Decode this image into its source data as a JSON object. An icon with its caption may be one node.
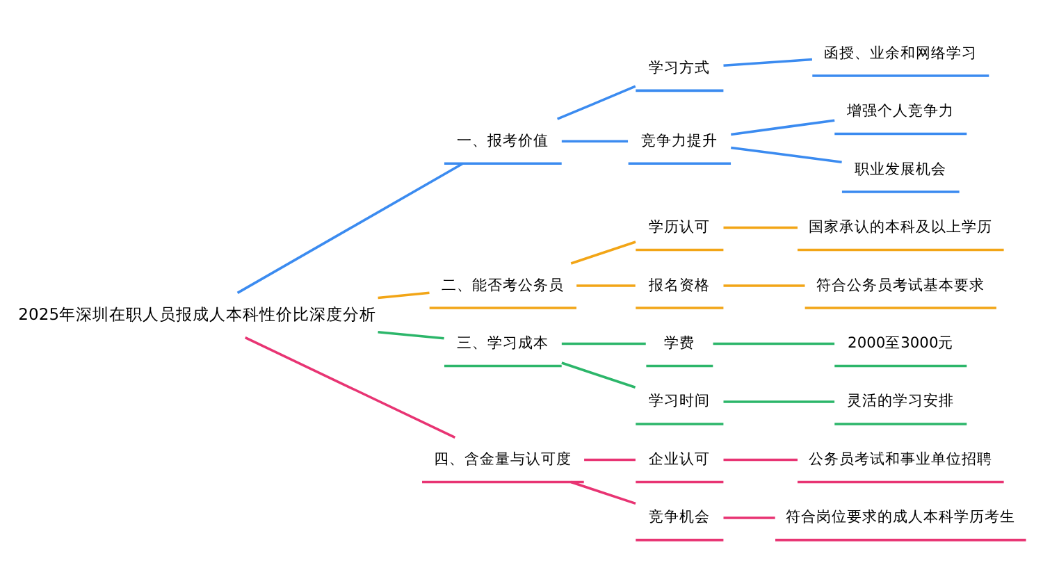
{
  "diagram": {
    "nodes": [
      {
        "text": [
          "2025年深圳在职人员报成人本科性价比深度分析"
        ]
      },
      {
        "text": [
          "一、报考价值"
        ]
      },
      {
        "text": [
          "学习方式"
        ]
      },
      {
        "text": [
          "函授、业余和网络学习"
        ]
      },
      {
        "text": [
          "竞争力提升"
        ]
      },
      {
        "text": [
          "增强个人竞争力"
        ]
      },
      {
        "text": [
          "职业发展机会"
        ]
      },
      {
        "text": [
          "二、能否考公务员"
        ]
      },
      {
        "text": [
          "学历认可"
        ]
      },
      {
        "text": [
          "国家承认的本科及以上学历"
        ]
      },
      {
        "text": [
          "报名资格"
        ]
      },
      {
        "text": [
          "符合公务员考试基本要求"
        ]
      },
      {
        "text": [
          "三、学习成本"
        ]
      },
      {
        "text": [
          "学费"
        ]
      },
      {
        "text": [
          "2000至3000元"
        ]
      },
      {
        "text": [
          "学习时间"
        ]
      },
      {
        "text": [
          "灵活的学习安排"
        ]
      },
      {
        "text": [
          "四、含金量与认可度"
        ]
      },
      {
        "text": [
          "企业认可"
        ]
      },
      {
        "text": [
          "公务员考试和事业单位招聘"
        ]
      },
      {
        "text": [
          "竞争机会"
        ]
      },
      {
        "text": [
          "符合岗位要求的成人本科学历考生"
        ]
      }
    ],
    "edges": [
      {
        "from": 0,
        "to": 1,
        "arrow": "none",
        "color": "#3b8bf0"
      },
      {
        "from": 1,
        "to": 2,
        "arrow": "none",
        "color": "#3b8bf0"
      },
      {
        "from": 2,
        "to": 3,
        "arrow": "none",
        "color": "#3b8bf0"
      },
      {
        "from": 1,
        "to": 4,
        "arrow": "none",
        "color": "#3b8bf0"
      },
      {
        "from": 4,
        "to": 5,
        "arrow": "none",
        "color": "#3b8bf0"
      },
      {
        "from": 4,
        "to": 6,
        "arrow": "none",
        "color": "#3b8bf0"
      },
      {
        "from": 0,
        "to": 7,
        "arrow": "none",
        "color": "#f2a516"
      },
      {
        "from": 7,
        "to": 8,
        "arrow": "none",
        "color": "#f2a516"
      },
      {
        "from": 8,
        "to": 9,
        "arrow": "none",
        "color": "#f2a516"
      },
      {
        "from": 7,
        "to": 10,
        "arrow": "none",
        "color": "#f2a516"
      },
      {
        "from": 10,
        "to": 11,
        "arrow": "none",
        "color": "#f2a516"
      },
      {
        "from": 0,
        "to": 12,
        "arrow": "none",
        "color": "#2cb66a"
      },
      {
        "from": 12,
        "to": 13,
        "arrow": "none",
        "color": "#2cb66a"
      },
      {
        "from": 13,
        "to": 14,
        "arrow": "none",
        "color": "#2cb66a"
      },
      {
        "from": 12,
        "to": 15,
        "arrow": "none",
        "color": "#2cb66a"
      },
      {
        "from": 15,
        "to": 16,
        "arrow": "none",
        "color": "#2cb66a"
      },
      {
        "from": 0,
        "to": 17,
        "arrow": "none",
        "color": "#e83473"
      },
      {
        "from": 17,
        "to": 18,
        "arrow": "none",
        "color": "#e83473"
      },
      {
        "from": 18,
        "to": 19,
        "arrow": "none",
        "color": "#e83473"
      },
      {
        "from": 17,
        "to": 20,
        "arrow": "none",
        "color": "#e83473"
      },
      {
        "from": 20,
        "to": 21,
        "arrow": "none",
        "color": "#e83473"
      }
    ]
  }
}
